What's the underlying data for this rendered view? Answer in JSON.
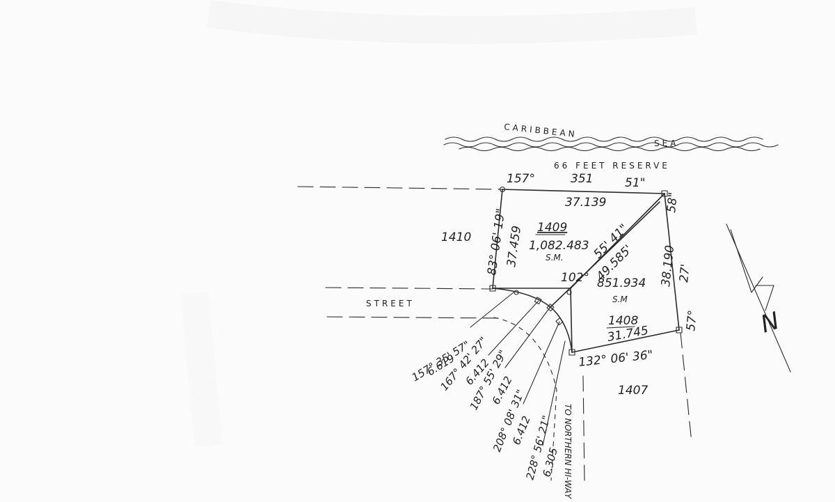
{
  "sea": {
    "name_left": "CARIBBEAN",
    "name_right": "SEA"
  },
  "reserve_label": "66 FEET  RESERVE",
  "top_boundary": {
    "angle_deg": "157°",
    "distance": "351",
    "seconds": "51\"",
    "length": "37.139"
  },
  "left_boundary": {
    "bearing": "83° 06' 19\"",
    "length": "37.459"
  },
  "right_boundary": {
    "bearing": "58\"",
    "bearing_b": "27'",
    "length": "38.190"
  },
  "diagonal": {
    "angle_deg": "102°",
    "bearing": "55' 41\"",
    "length": "49.585'"
  },
  "bottom_boundary": {
    "bearing": "132° 06' 36\"",
    "length": "31.745"
  },
  "bottom_right_corner": "57°",
  "lot_1409": {
    "number": "1409",
    "area": "1,082.483",
    "unit": "S.M."
  },
  "lot_1408": {
    "number": "1408",
    "area": "851.934",
    "unit": "S.M",
    "length": "31.745"
  },
  "neighbor_lots": {
    "west": "1410",
    "south": "1407"
  },
  "street_label": "STREET",
  "road_label": "TO NORTHERN HI-WAY",
  "curve_segments": [
    {
      "bearing": "157° 35' 57\"",
      "length": "6.619"
    },
    {
      "bearing": "167° 42' 27\"",
      "length": "6.412"
    },
    {
      "bearing": "187° 55' 29\"",
      "length": "6.412"
    },
    {
      "bearing": "208° 08' 31\"",
      "length": "6.412"
    },
    {
      "bearing": "228° 56' 21\"",
      "length": "6.305"
    }
  ],
  "north_arrow": {
    "letter": "N"
  },
  "colors": {
    "ink": "#2a2a2a",
    "paper": "#fbfbfb"
  }
}
